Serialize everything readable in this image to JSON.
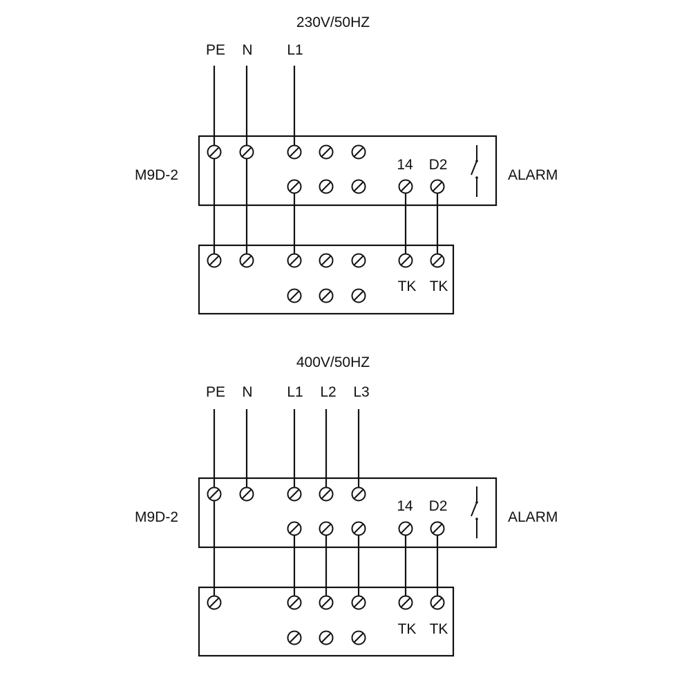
{
  "diagrams": [
    {
      "supply": "230V/50HZ",
      "conductors": [
        "PE",
        "N",
        "L1"
      ],
      "device_label": "M9D-2",
      "alarm_label": "ALARM",
      "contact_labels": [
        "14",
        "D2"
      ],
      "lower_labels": [
        "TK",
        "TK"
      ]
    },
    {
      "supply": "400V/50HZ",
      "conductors": [
        "PE",
        "N",
        "L1",
        "L2",
        "L3"
      ],
      "device_label": "M9D-2",
      "alarm_label": "ALARM",
      "contact_labels": [
        "14",
        "D2"
      ],
      "lower_labels": [
        "TK",
        "TK"
      ]
    }
  ]
}
